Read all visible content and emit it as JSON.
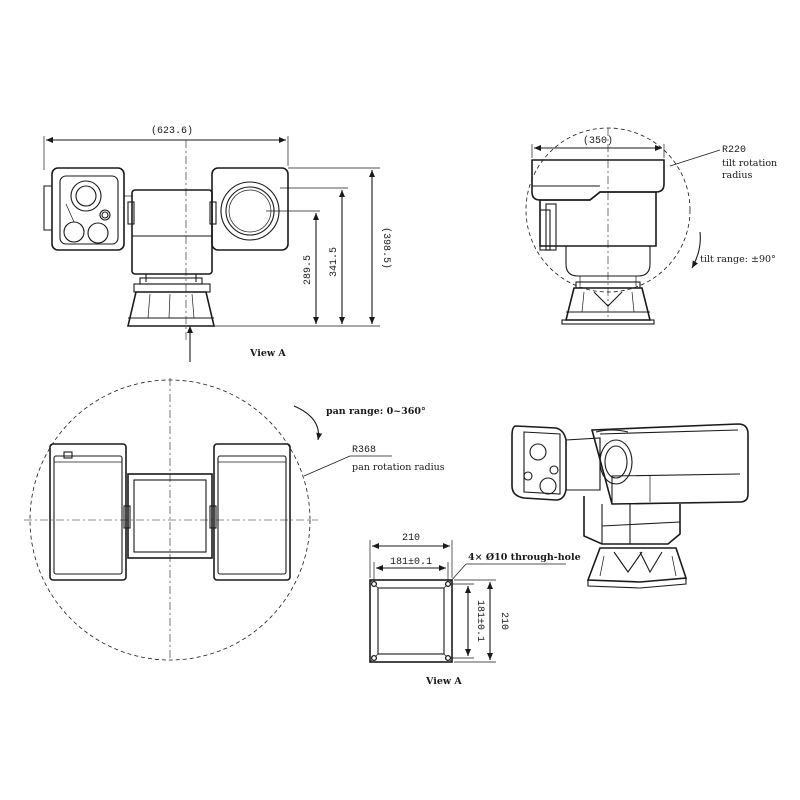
{
  "front_view": {
    "width_dim": "(623.6)",
    "height_dim": "(398.5)",
    "dim_341": "341.5",
    "dim_289": "289.5",
    "view_label": "View A"
  },
  "side_view": {
    "width_dim": "(350)",
    "radius": "R220",
    "radius_label_1": "tilt rotation",
    "radius_label_2": "radius",
    "tilt_range": "tilt range: ±90°"
  },
  "top_view": {
    "pan_range": "pan range: 0~360°",
    "radius": "R368",
    "radius_label": "pan rotation radius"
  },
  "base_view": {
    "outer_dim": "210",
    "inner_dim": "181±0.1",
    "outer_dim_v": "210",
    "inner_dim_v": "181±0.1",
    "hole_label": "4× Ø10 through-hole",
    "view_label": "View A"
  }
}
